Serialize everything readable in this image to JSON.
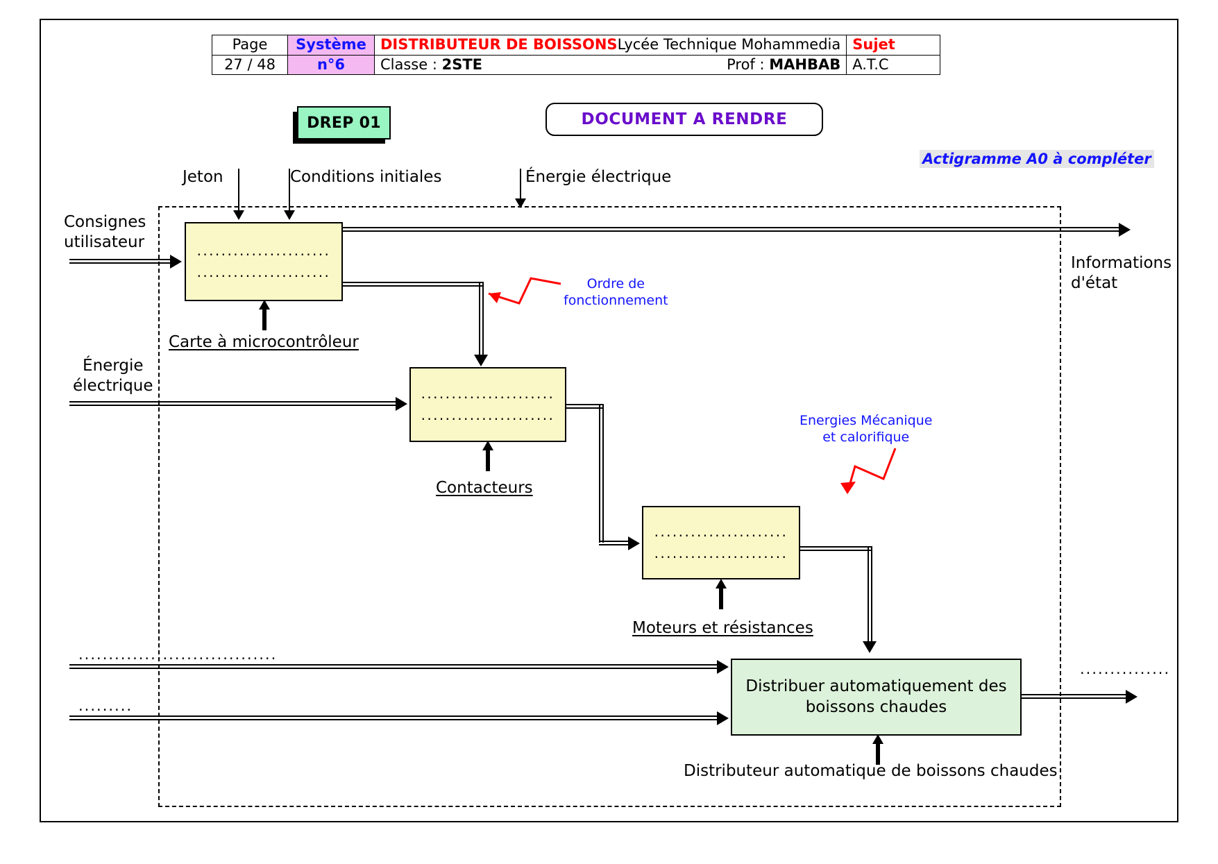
{
  "header": {
    "page_label": "Page",
    "page_value": "27 / 48",
    "system_label": "Système",
    "system_value": "n°6",
    "title": "DISTRIBUTEUR DE BOISSONS",
    "school": "Lycée Technique Mohammedia",
    "class_label": "Classe : 2STE",
    "teacher": "Prof : MAHBAB",
    "sujet_label": "Sujet",
    "sujet_value": "A.T.C"
  },
  "tags": {
    "drep": "DREP 01",
    "document_a_rendre": "DOCUMENT A RENDRE",
    "actigram_note": "Actigramme A0 à compléter"
  },
  "diagram": {
    "type": "SADT A0 actigram",
    "boxes": [
      {
        "id": "carte",
        "fill": "#fbf8c8",
        "line1": "......................",
        "line2": "......................",
        "mechanism": "Carte à microcontrôleur"
      },
      {
        "id": "contacteurs",
        "fill": "#fbf8c8",
        "line1": "......................",
        "line2": "......................",
        "mechanism": "Contacteurs"
      },
      {
        "id": "moteurs",
        "fill": "#fbf8c8",
        "line1": "......................",
        "line2": "......................",
        "mechanism": "Moteurs et résistances"
      },
      {
        "id": "distribuer",
        "fill": "#ddf2da",
        "text_line1": "Distribuer automatiquement des",
        "text_line2": "boissons chaudes",
        "mechanism": "Distributeur automatique de boissons chaudes"
      }
    ],
    "labels": {
      "jeton": "Jeton",
      "conditions_initiales": "Conditions initiales",
      "energie_electrique_top": "Énergie électrique",
      "consignes_l1": "Consignes",
      "consignes_l2": "utilisateur",
      "energie_left_l1": "Énergie",
      "energie_left_l2": "électrique",
      "informations_etat_l1": "Informations",
      "informations_etat_l2": "d'état",
      "carte_mechanism": "Carte à microcontrôleur",
      "contacteurs_mechanism": "Contacteurs",
      "moteurs_mechanism": "Moteurs et résistances",
      "distributeur_mechanism": "Distributeur automatique de boissons chaudes",
      "ordre_l1": "Ordre de",
      "ordre_l2": "fonctionnement",
      "energies_l1": "Energies Mécanique",
      "energies_l2": "et calorifique",
      "blank_long": ".................................",
      "blank_short": ".........",
      "blank_right": "..............."
    },
    "colors": {
      "box_yellow": "#fbf8c8",
      "box_green": "#ddf2da",
      "drep_green": "#99f5c2",
      "system_pink": "#f3b9f0",
      "accent_red": "#ff0000",
      "accent_blue": "#1414ff",
      "accent_purple": "#6a0dcb",
      "note_bg": "#e6e6e6"
    }
  }
}
